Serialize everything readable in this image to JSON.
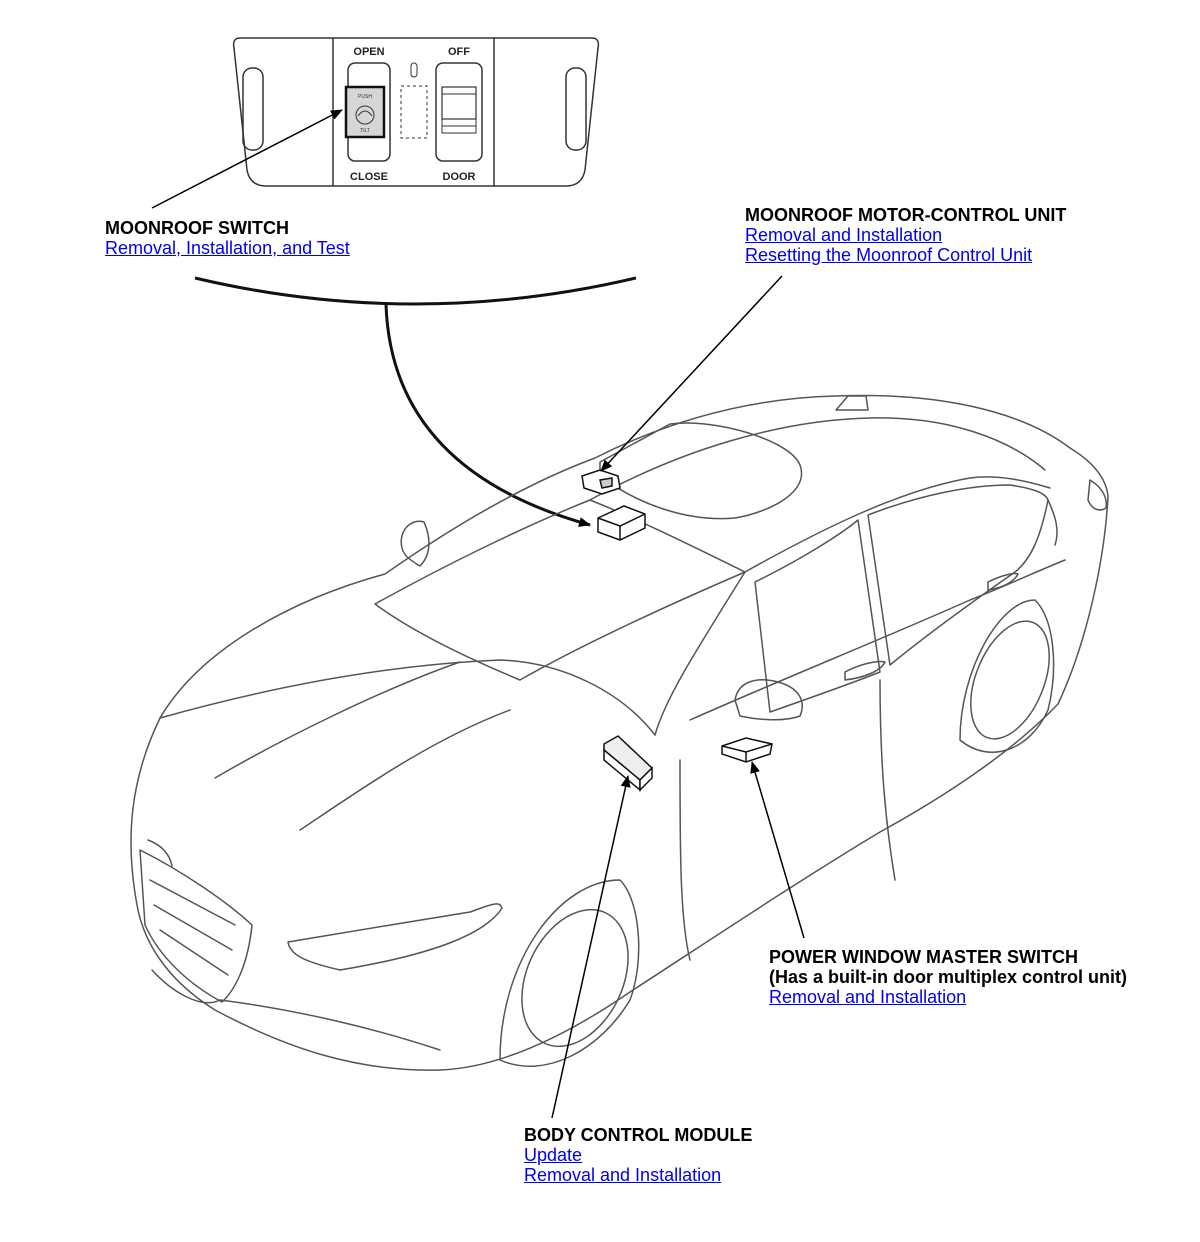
{
  "switch_panel": {
    "open": "OPEN",
    "off": "OFF",
    "close": "CLOSE",
    "door": "DOOR",
    "push": "PUSH",
    "tilt": "TILT"
  },
  "callouts": {
    "moonroof_switch": {
      "title": "MOONROOF SWITCH",
      "links": [
        "Removal, Installation, and Test"
      ]
    },
    "motor_control_unit": {
      "title": "MOONROOF MOTOR-CONTROL UNIT",
      "links": [
        "Removal and Installation",
        "Resetting the Moonroof Control Unit"
      ]
    },
    "power_window_master_switch": {
      "title": "POWER WINDOW MASTER SWITCH",
      "subtitle": "(Has a built-in door multiplex control unit)",
      "links": [
        "Removal and Installation"
      ]
    },
    "body_control_module": {
      "title": "BODY CONTROL MODULE",
      "links": [
        "Update",
        "Removal and Installation"
      ]
    }
  }
}
